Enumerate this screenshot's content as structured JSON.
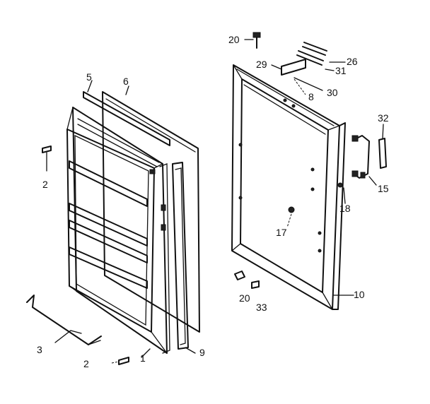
{
  "labels": {
    "p1": "1",
    "p2a": "2",
    "p2b": "2",
    "p3": "3",
    "p5": "5",
    "p6": "6",
    "p8": "8",
    "p9": "9",
    "p10": "10",
    "p15": "15",
    "p17": "17",
    "p18": "18",
    "p20a": "20",
    "p20b": "20",
    "p26": "26",
    "p29": "29",
    "p30": "30",
    "p31": "31",
    "p32": "32",
    "p33": "33"
  }
}
